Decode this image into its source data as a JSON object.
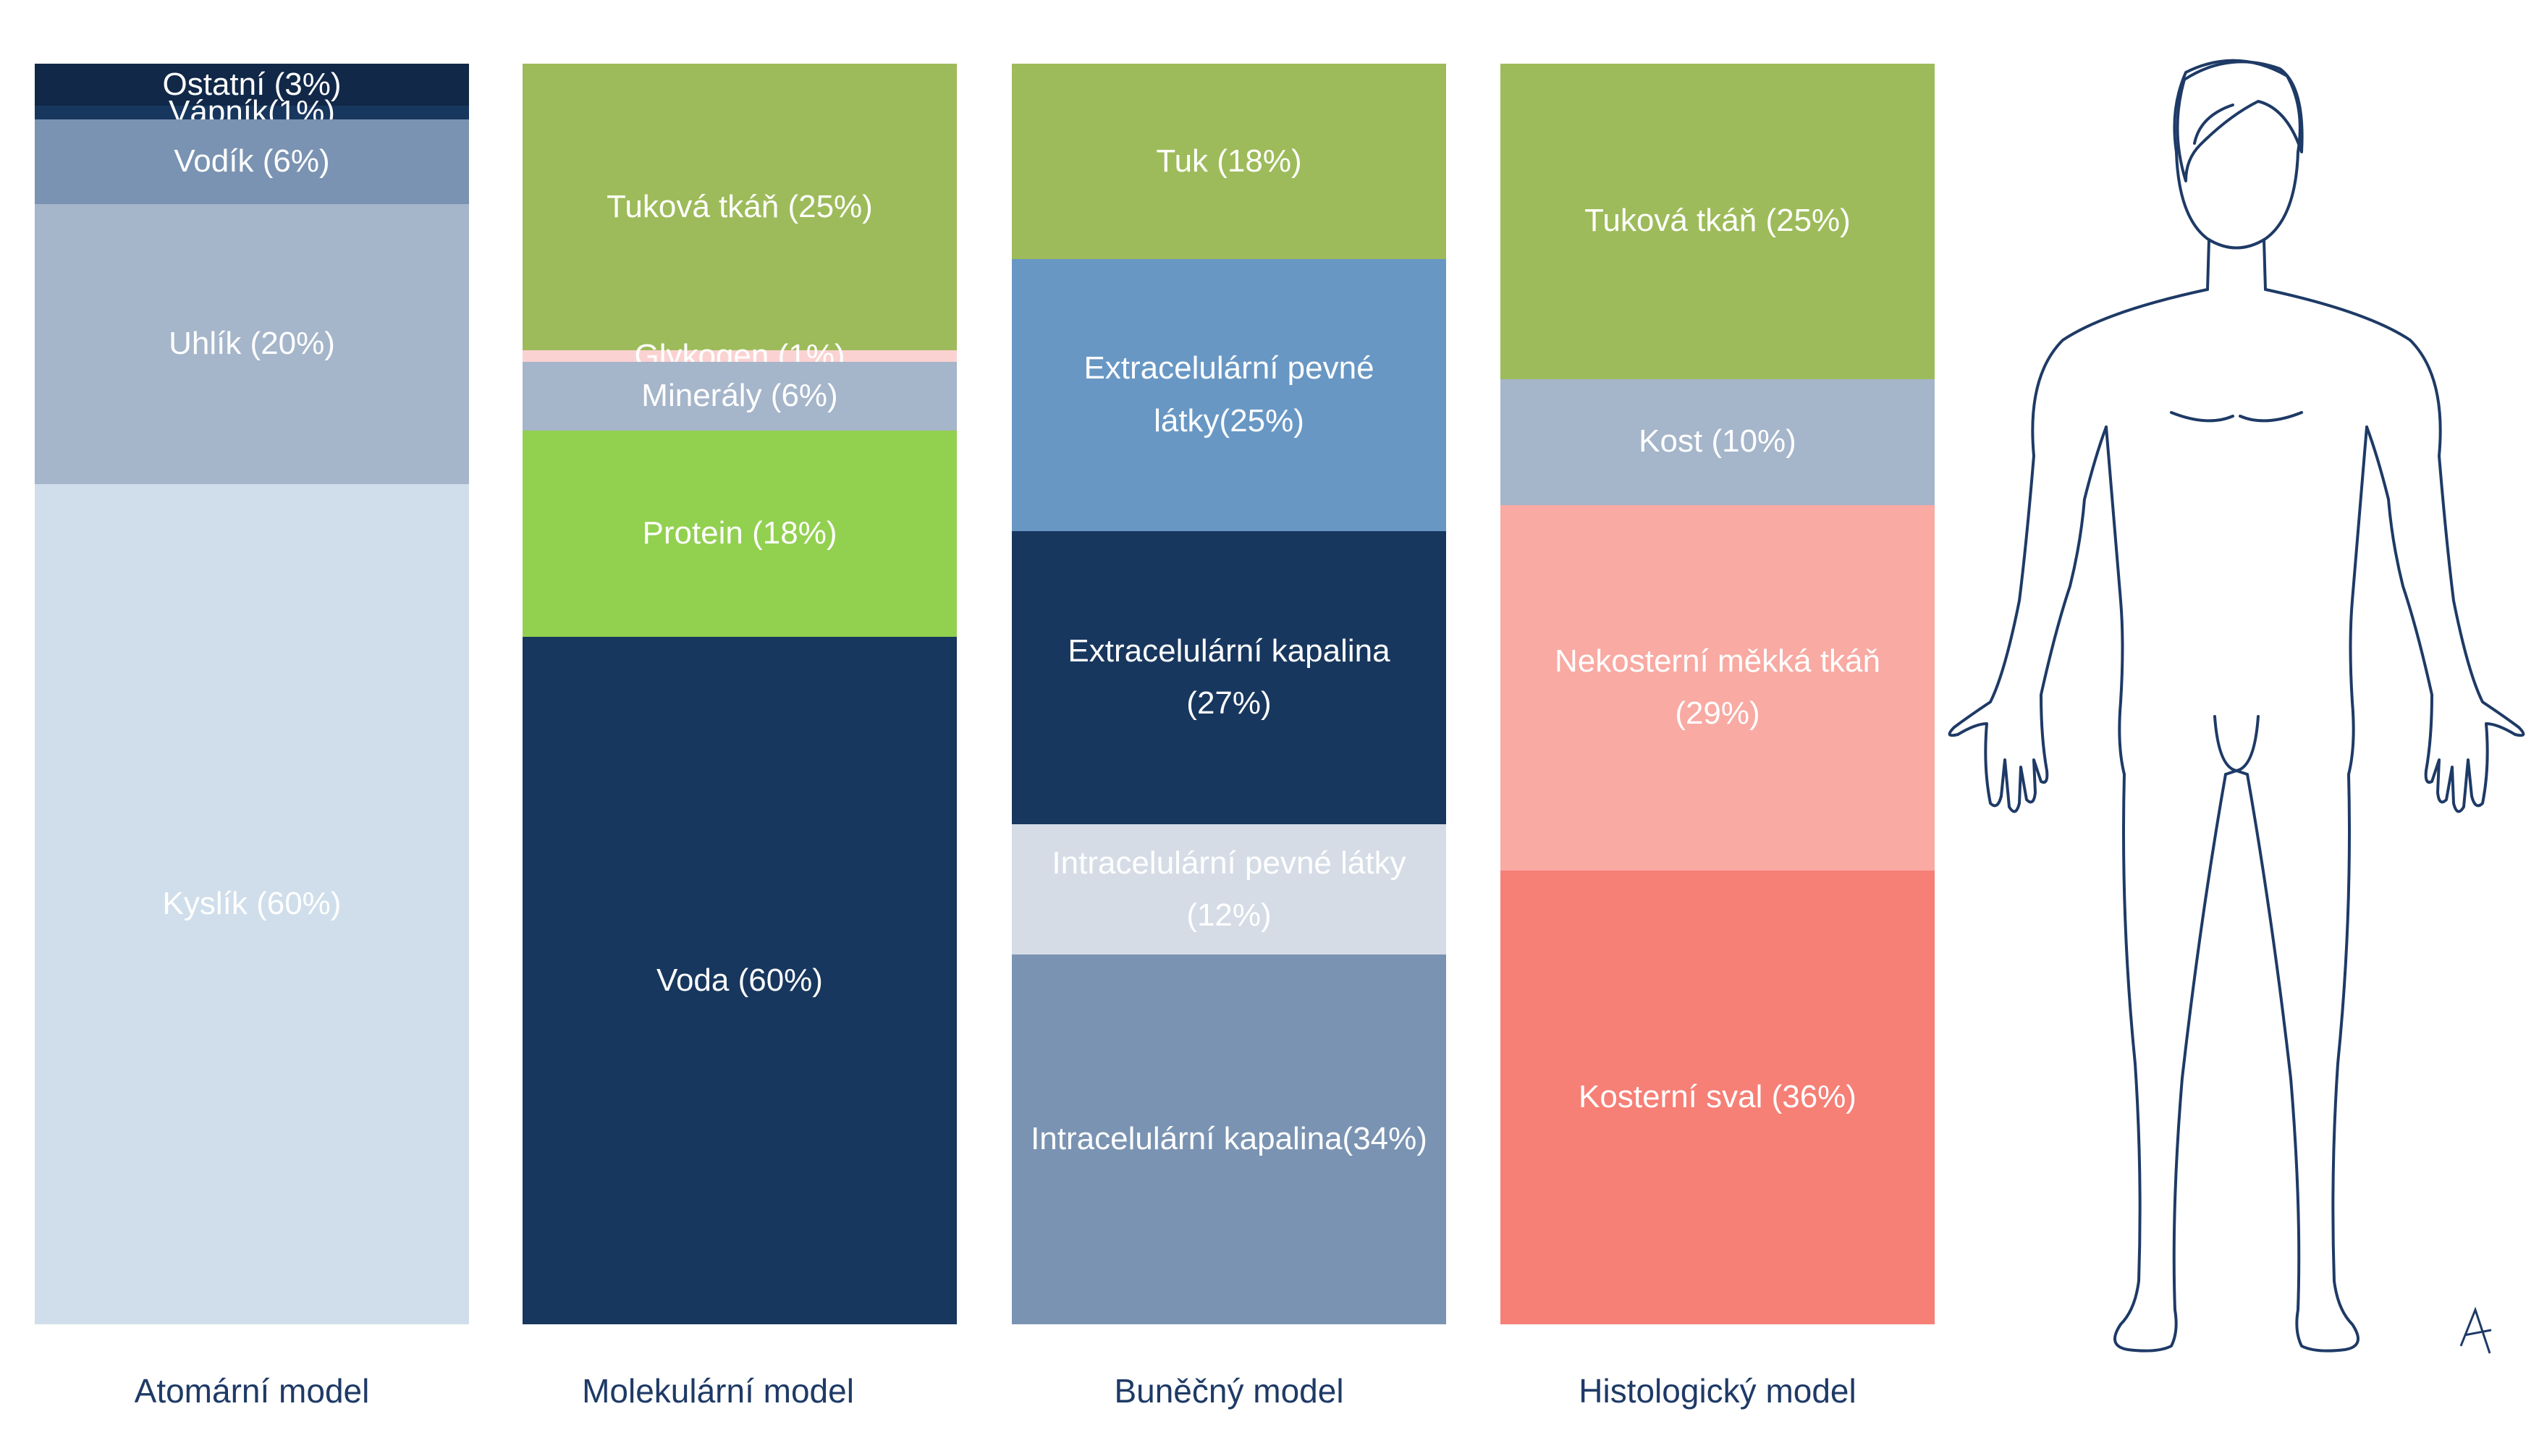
{
  "chart_data": {
    "type": "bar",
    "stacked": true,
    "orientation": "vertical",
    "unit": "%",
    "legend": "none",
    "grid": false,
    "models": [
      {
        "name": "Atomární model",
        "segments": [
          {
            "label": "Ostatní (3%)",
            "value": 3,
            "color": "#112848",
            "text_color": "#ffffff"
          },
          {
            "label": "Vápník(1%)",
            "value": 1,
            "color": "#18375e",
            "text_color": "#ffffff"
          },
          {
            "label": "Vodík (6%)",
            "value": 6,
            "color": "#7a93b2",
            "text_color": "#ffffff"
          },
          {
            "label": "Uhlík (20%)",
            "value": 20,
            "color": "#a5b5ca",
            "text_color": "#ffffff"
          },
          {
            "label": "Kyslík (60%)",
            "value": 60,
            "color": "#cfdeea",
            "text_color": "#ffffff"
          }
        ]
      },
      {
        "name": "Molekulární model",
        "segments": [
          {
            "label": "Tuková tkáň (25%)",
            "value": 25,
            "color": "#9dbb5a",
            "text_color": "#ffffff"
          },
          {
            "label": "Glykogen (1%)",
            "value": 1,
            "color": "#fbd2d2",
            "text_color": "#ffffff"
          },
          {
            "label": "Minerály (6%)",
            "value": 6,
            "color": "#a5b5ca",
            "text_color": "#ffffff"
          },
          {
            "label": "Protein (18%)",
            "value": 18,
            "color": "#92d050",
            "text_color": "#ffffff"
          },
          {
            "label": "Voda (60%)",
            "value": 60,
            "color": "#18375e",
            "text_color": "#ffffff"
          }
        ]
      },
      {
        "name": "Buněčný model",
        "segments": [
          {
            "label": "Tuk (18%)",
            "value": 18,
            "color": "#9dbb5a",
            "text_color": "#ffffff"
          },
          {
            "label": "Extracelulární pevné látky(25%)",
            "value": 25,
            "color": "#6897c4",
            "text_color": "#ffffff"
          },
          {
            "label": "Extracelulární  kapalina\n(27%)",
            "value": 27,
            "color": "#18375e",
            "text_color": "#ffffff"
          },
          {
            "label": "Intracelulární pevné látky\n(12%)",
            "value": 12,
            "color": "#d5dce6",
            "text_color": "#ffffff"
          },
          {
            "label": "Intracelulární kapalina(34%)",
            "value": 34,
            "color": "#7a93b2",
            "text_color": "#ffffff"
          }
        ]
      },
      {
        "name": "Histologický model",
        "segments": [
          {
            "label": "Tuková tkáň (25%)",
            "value": 25,
            "color": "#9dbb5a",
            "text_color": "#ffffff"
          },
          {
            "label": "Kost (10%)",
            "value": 10,
            "color": "#a5b5ca",
            "text_color": "#ffffff"
          },
          {
            "label": "Nekosterní měkká tkáň\n(29%)",
            "value": 29,
            "color": "#f8aaa3",
            "text_color": "#ffffff"
          },
          {
            "label": "Kosterní sval (36%)",
            "value": 36,
            "color": "#f67f76",
            "text_color": "#ffffff"
          }
        ]
      }
    ]
  },
  "figure": {
    "description_icon": "human-body-outline-icon",
    "stroke_color": "#1e3a66"
  }
}
